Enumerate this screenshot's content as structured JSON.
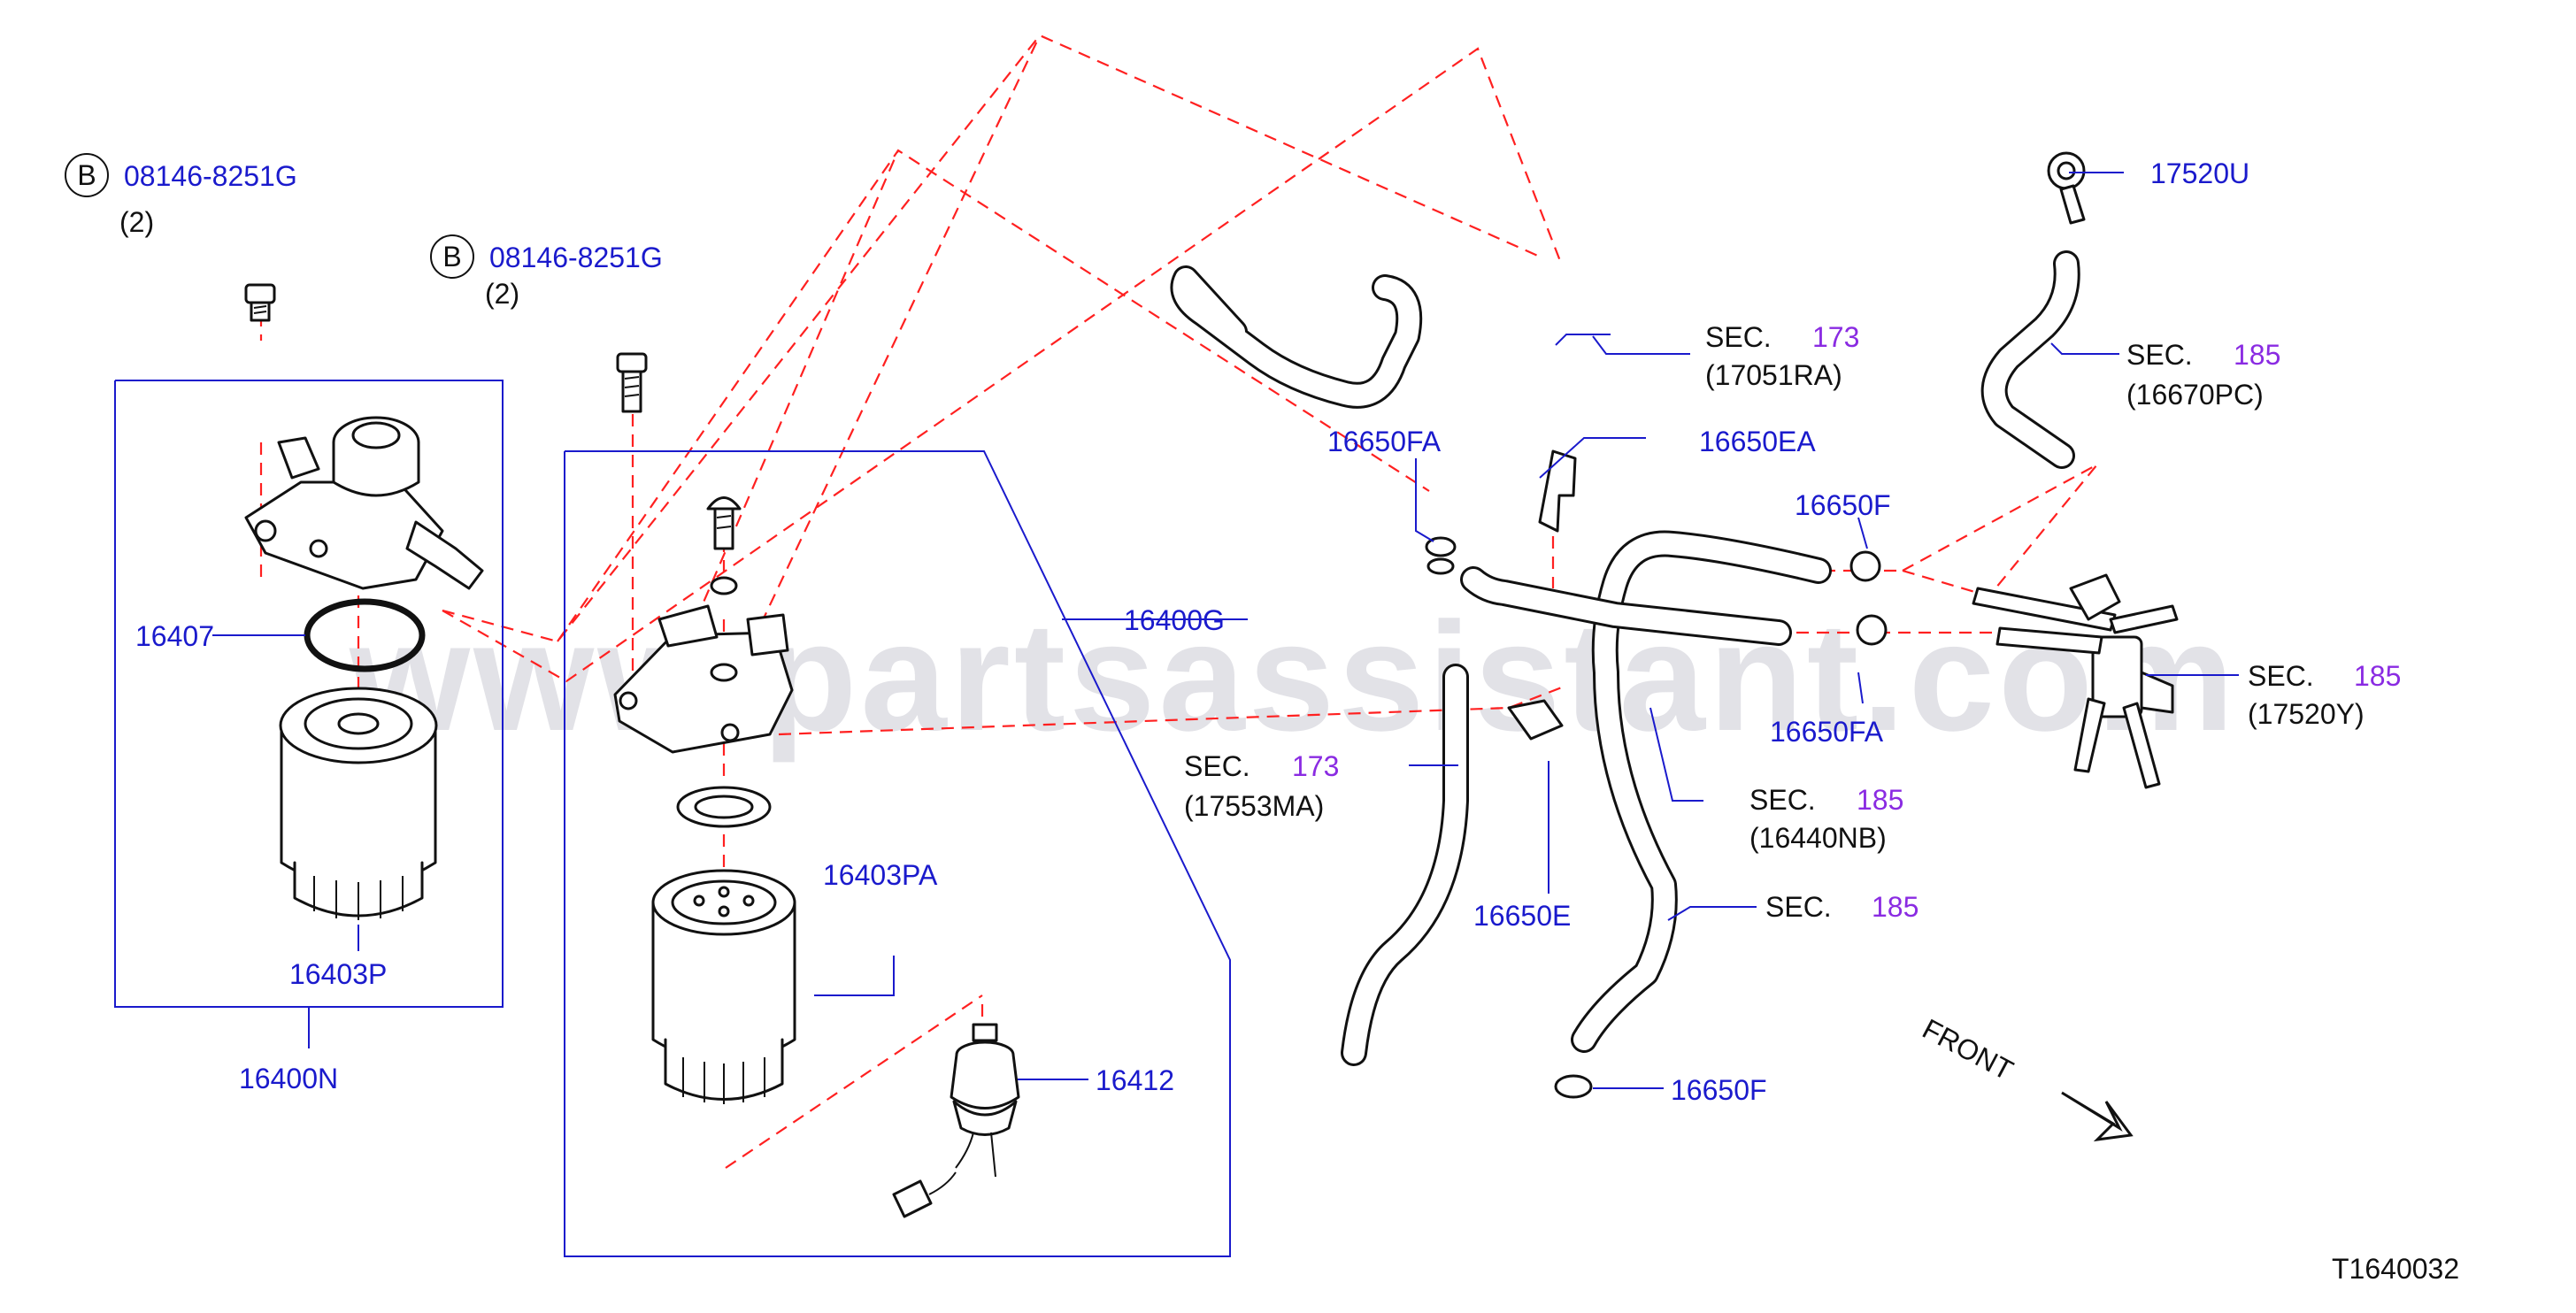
{
  "watermark": "www.partsassistant.com",
  "drawing_id": "T1640032",
  "front_label": "FRONT",
  "bolt_group_left": {
    "marker": "B",
    "part_no": "08146-8251G",
    "qty": "(2)"
  },
  "bolt_group_mid": {
    "marker": "B",
    "part_no": "08146-8251G",
    "qty": "(2)"
  },
  "parts": {
    "p16407": "16407",
    "p16403P": "16403P",
    "p16400N": "16400N",
    "p16400G": "16400G",
    "p16403PA": "16403PA",
    "p16412": "16412",
    "p16650FA_top": "16650FA",
    "p16650EA": "16650EA",
    "p16650F_top": "16650F",
    "p16650FA_mid": "16650FA",
    "p16650E": "16650E",
    "p16650F_bottom": "16650F",
    "p17520U": "17520U"
  },
  "sections": [
    {
      "prefix": "SEC.",
      "number": "173",
      "ref": "(17051RA)"
    },
    {
      "prefix": "SEC.",
      "number": "185",
      "ref": "(16670PC)"
    },
    {
      "prefix": "SEC.",
      "number": "185",
      "ref": "(17520Y)"
    },
    {
      "prefix": "SEC.",
      "number": "173",
      "ref": "(17553MA)"
    },
    {
      "prefix": "SEC.",
      "number": "185",
      "ref": "(16440NB)"
    },
    {
      "prefix": "SEC.",
      "number": "185",
      "ref": ""
    }
  ]
}
